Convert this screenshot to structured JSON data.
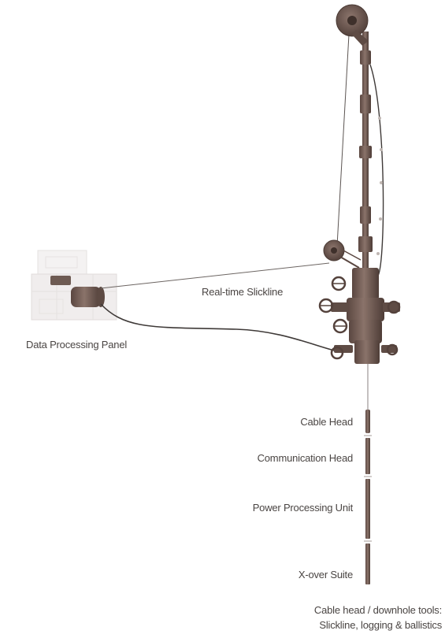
{
  "labels": {
    "slickline": "Real-time Slickline",
    "data_panel": "Data Processing Panel",
    "cable_head": "Cable Head",
    "communication_head": "Communication Head",
    "power_processing": "Power Processing Unit",
    "xover": "X-over Suite",
    "caption_line1": "Cable head / downhole tools:",
    "caption_line2": "Slickline, logging & ballistics"
  },
  "colors": {
    "equipment": "#6f5a52",
    "equipment_dark": "#4f3f39",
    "cable": "#3f3a38",
    "panel": "#d9d6d4",
    "text": "#4a4543"
  }
}
